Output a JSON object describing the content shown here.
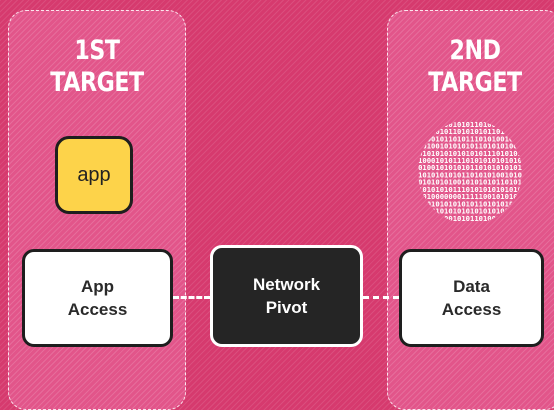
{
  "panels": [
    {
      "title_line1": "1ST",
      "title_line2": "TARGET"
    },
    {
      "title_line1": "2ND",
      "title_line2": "TARGET"
    }
  ],
  "app_icon": {
    "label": "app",
    "color": "#fdd34a"
  },
  "boxes": {
    "app_access": {
      "line1": "App",
      "line2": "Access"
    },
    "network_pivot": {
      "line1": "Network",
      "line2": "Pivot"
    },
    "data_access": {
      "line1": "Data",
      "line2": "Access"
    }
  },
  "data_globe": {
    "icon": "binary-data-sphere-icon",
    "rows": [
      "0101011010",
      "01010110101101",
      "1010100101101011",
      "010101001010101011",
      "10101010101010101011",
      "0101000101011101010101",
      "1010100101010101101010",
      "0101010101010110101010",
      "1010101010100101010101",
      "0101010101011101010101",
      "0101010000000111110",
      "10101010101010101",
      "010101010101",
      "0101011010"
    ]
  },
  "colors": {
    "background": "#d63a6e",
    "panel": "#e2558a",
    "pivot": "#252525",
    "box": "#ffffff",
    "app": "#fdd34a"
  }
}
